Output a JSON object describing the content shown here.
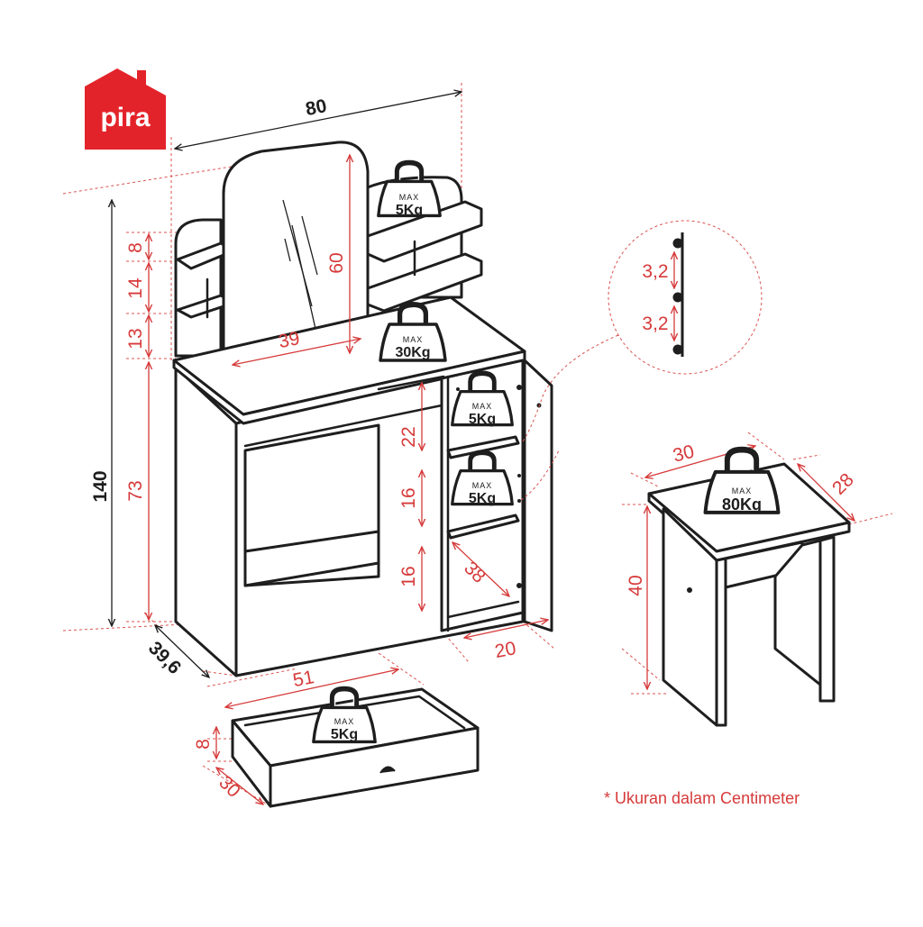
{
  "brand": {
    "name": "pira",
    "color": "#e3232a"
  },
  "colors": {
    "outline": "#1e1e1e",
    "dimension_red": "#d63a3a"
  },
  "dimensions": {
    "width": "80",
    "height": "140",
    "depth": "39,6",
    "shelf_upper": "8",
    "shelf_middle": "14",
    "shelf_lower": "13",
    "table_height": "73",
    "mirror_height": "60",
    "mirror_width": "39",
    "cabinet_shelf_1": "22",
    "cabinet_shelf_2": "16",
    "cabinet_shelf_3": "16",
    "cabinet_depth": "38",
    "cabinet_width": "20",
    "hole_spacing_1": "3,2",
    "hole_spacing_2": "3,2",
    "drawer_width": "51",
    "drawer_height": "8",
    "drawer_depth": "30",
    "stool_width": "30",
    "stool_depth": "28",
    "stool_height": "40"
  },
  "weight_labels": {
    "max": "MAX",
    "top_shelf": "5Kg",
    "table_top": "30Kg",
    "cabinet_shelf_upper": "5Kg",
    "cabinet_shelf_lower": "5Kg",
    "stool": "80Kg",
    "drawer": "5Kg"
  },
  "note": "* Ukuran dalam Centimeter"
}
